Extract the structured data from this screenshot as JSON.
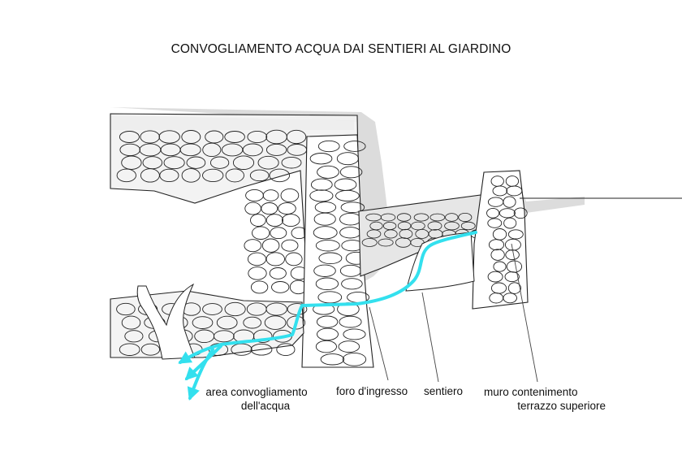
{
  "title": "CONVOGLIAMENTO ACQUA DAI SENTIERI AL GIARDINO",
  "labels": {
    "area_line1": "area convogliamento",
    "area_line2": "dell'acqua",
    "foro": "foro d'ingresso",
    "sentiero": "sentiero",
    "muro_line1": "muro contenimento",
    "muro_line2": "terrazzo superiore"
  },
  "colors": {
    "water": "#33e0ee",
    "ink": "#222222",
    "shade": "#8c8c8c"
  }
}
